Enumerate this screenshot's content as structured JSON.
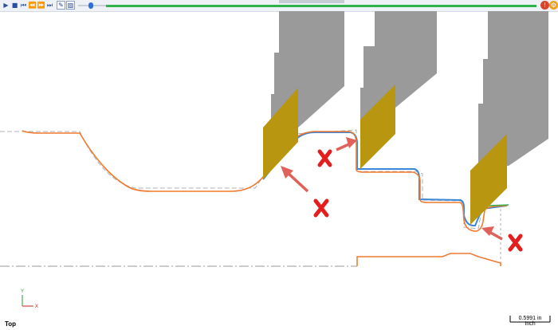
{
  "toolbar": {
    "buttons": [
      {
        "name": "play-icon",
        "glyph": "▶"
      },
      {
        "name": "stop-icon",
        "glyph": "■"
      },
      {
        "name": "skip-to-start-icon",
        "glyph": "⏮"
      },
      {
        "name": "step-back-icon",
        "glyph": "⏪"
      },
      {
        "name": "step-forward-icon",
        "glyph": "⏩"
      },
      {
        "name": "skip-to-end-icon",
        "glyph": "⏭"
      },
      {
        "name": "toolpath-icon",
        "glyph": "✎"
      },
      {
        "name": "layers-icon",
        "glyph": "▨"
      }
    ],
    "progress_fraction": 1.0,
    "accent_color": "#2fb24a"
  },
  "viewport": {
    "view_name": "Top",
    "scale_value": "0.5991 in",
    "scale_unit": "Inch",
    "axis_y_label": "Y",
    "axis_x_label": "X"
  },
  "colors": {
    "tool_holder": "#9a9a9a",
    "insert": "#b8960f",
    "path_orange": "#f07a30",
    "path_blue": "#3a86d8",
    "centerline": "#b0b0b0",
    "error_mark": "#e21e1e",
    "arrow": "#e0605a",
    "green_segment": "#33b24a"
  }
}
